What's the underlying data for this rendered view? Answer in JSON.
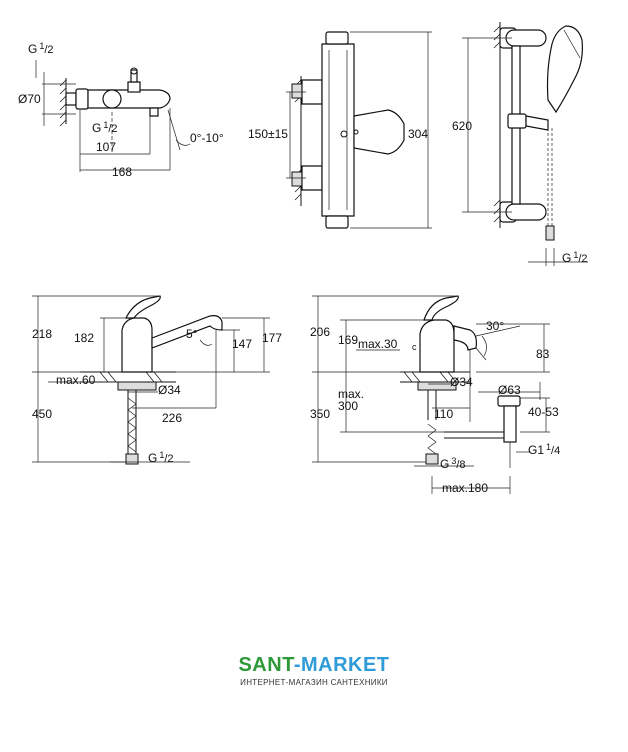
{
  "views": {
    "bath_mixer": {
      "g_top_main": "G",
      "g_top_sup": "1",
      "g_top_sub": "/2",
      "dia": "Ø70",
      "g_mid_main": "G",
      "g_mid_sup": "1",
      "g_mid_sub": "/2",
      "angle": "0°-10°",
      "dim_107": "107",
      "dim_168": "168"
    },
    "thermostat": {
      "dim_150": "150±15",
      "dim_304": "304"
    },
    "shower_rail": {
      "dim_620": "620",
      "g_main": "G",
      "g_sup": "1",
      "g_sub": "/2"
    },
    "sink_mixer": {
      "dim_218": "218",
      "dim_182": "182",
      "angle": "5°",
      "dim_147": "147",
      "dim_177": "177",
      "max60": "max.60",
      "dia34": "Ø34",
      "dim_450": "450",
      "dim_226": "226",
      "g_main": "G",
      "g_sup": "1",
      "g_sub": "/2"
    },
    "basin_mixer": {
      "dim_206": "206",
      "dim_169": "169",
      "max30": "max.30",
      "angle": "30°",
      "dim_83": "83",
      "dia34": "Ø34",
      "dia63": "Ø63",
      "max300_a": "max.",
      "max300_b": "300",
      "dim_350": "350",
      "dim_110": "110",
      "dim_4053": "40-53",
      "g114_main": "G1",
      "g114_sup": "1",
      "g114_sub": "/4",
      "g38_main": "G",
      "g38_sup": "3",
      "g38_sub": "/8",
      "max180": "max.180"
    }
  },
  "brand": {
    "name_part1": "SANT",
    "name_part2": "-MARKET",
    "tagline": "ИНТЕРНЕТ-МАГАЗИН САНТЕХНИКИ"
  },
  "colors": {
    "brand_green": "#2e9a37",
    "brand_blue": "#2f9bd8",
    "line": "#111111"
  }
}
